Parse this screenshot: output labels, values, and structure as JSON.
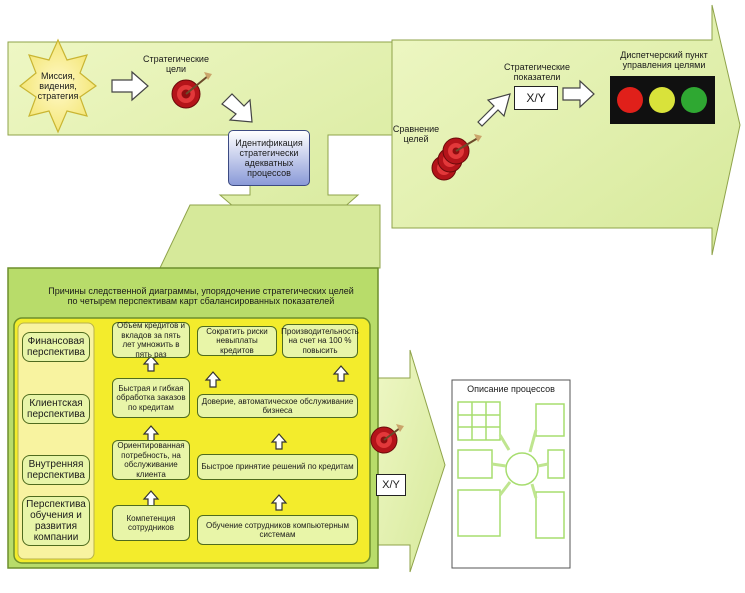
{
  "left_top": {
    "mission": "Миссия, видения, стратегия",
    "strategic_goals": "Стратегические цели",
    "identify": "Идентификация стратегически адекватных процессов"
  },
  "right_top": {
    "strategic_indicators": "Стратегические показатели",
    "xy": "X/Y",
    "dispatch": "Диспетчерский пункт управления целями",
    "compare": "Сравнение целей",
    "lights": [
      "#e0201a",
      "#d9e23a",
      "#2fa832"
    ]
  },
  "main": {
    "title": "Причины следственной диаграммы, упорядочение стратегических целей по четырем перспективам карт сбалансированных показателей",
    "perspectives": [
      "Финансовая перспектива",
      "Клиентская перспектива",
      "Внутренняя перспектива",
      "Перспектива обучения и развития компании"
    ],
    "boxes": {
      "credits_volume": "Объем кредитов и вкладов за пять лет умножить в пять раз",
      "reduce_risks": "Сократить риски невыплаты кредитов",
      "productivity": "Производительность на счет на 100 % повысить",
      "fast_processing": "Быстрая и гибкая обработка заказов по кредитам",
      "trust": "Доверие, автоматическое обслуживание бизнеса",
      "client_orientation": "Ориентированная потребность, на обслуживание клиента",
      "fast_decisions": "Быстрое принятие решений по кредитам",
      "competence": "Компетенция сотрудников",
      "training": "Обучение сотрудников компьютерным системам"
    }
  },
  "bottom_right": {
    "xy": "X/Y",
    "process_title": "Описание процессов"
  }
}
